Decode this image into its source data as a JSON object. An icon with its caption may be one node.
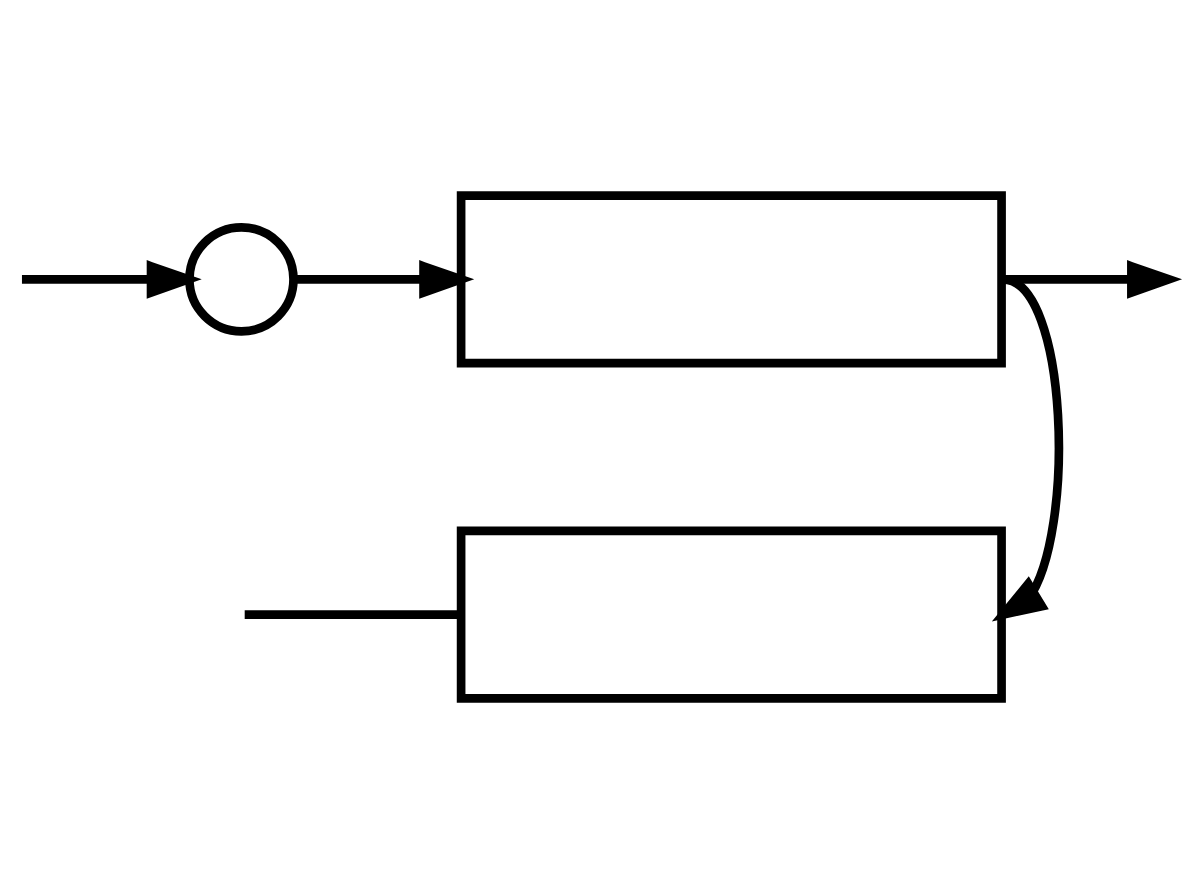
{
  "diagram": {
    "nodes": [
      {
        "text": [],
        "shape": "circle"
      },
      {
        "text": [],
        "shape": "box"
      },
      {
        "text": [],
        "shape": "box"
      }
    ],
    "edges": [
      {
        "from": null,
        "to": 0,
        "arrow": "to"
      },
      {
        "from": 0,
        "to": 1,
        "arrow": "to"
      },
      {
        "from": 1,
        "to": null,
        "arrow": "to"
      },
      {
        "from": 1,
        "to": 2,
        "arrow": "to"
      },
      {
        "from": 2,
        "to": null,
        "arrow": "none"
      }
    ]
  }
}
